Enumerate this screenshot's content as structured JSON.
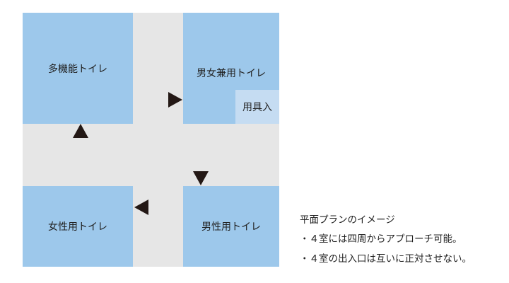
{
  "rooms": {
    "multi": "多機能トイレ",
    "allgender": "男女兼用トイレ",
    "storage": "用具入",
    "female": "女性用トイレ",
    "male": "男性用トイレ"
  },
  "notes": {
    "title": "平面プランのイメージ",
    "items": [
      "・４室には四周からアプローチ可能。",
      "・４室の出入口は互いに正対させない。"
    ]
  },
  "colors": {
    "room": "#9dc8eb",
    "storage": "#c5dcf2",
    "corridor": "#e6e6e6",
    "arrow": "#231815"
  }
}
